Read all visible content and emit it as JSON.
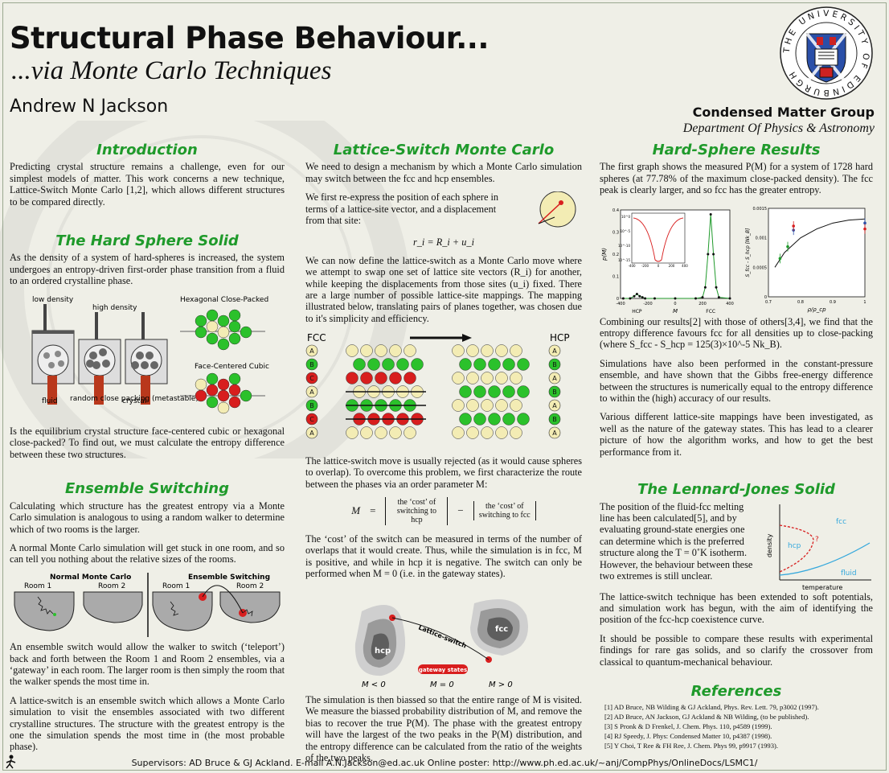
{
  "header": {
    "title": "Structural Phase Behaviour...",
    "subtitle": "...via Monte Carlo Techniques",
    "author": "Andrew N Jackson",
    "group": "Condensed Matter Group",
    "department": "Department Of Physics & Astronomy",
    "crest_text": "THE UNIVERSITY OF EDINBURGH"
  },
  "intro": {
    "heading": "Introduction",
    "p1": "Predicting crystal structure remains a challenge, even for our simplest models of matter. This work concerns a new technique, Lattice-Switch Monte Carlo [1,2], which allows different structures to be compared directly."
  },
  "hard_sphere": {
    "heading": "The Hard Sphere Solid",
    "p1": "As the density of a system of hard-spheres is increased, the system undergoes an entropy-driven first-order phase transition from a fluid to an ordered crystalline phase.",
    "labels": {
      "low": "low density",
      "high": "high density",
      "fluid": "fluid",
      "rcp": "random close packing (metastable)",
      "crystal": "crystal",
      "hcp": "Hexagonal Close-Packed",
      "fcc": "Face-Centered Cubic"
    },
    "p2": "Is the equilibrium crystal structure face-centered cubic or hexagonal close-packed? To find out, we must calculate the entropy difference between these two structures."
  },
  "ensemble": {
    "heading": "Ensemble Switching",
    "p1": "Calculating which structure has the greatest entropy via a Monte Carlo simulation is analogous to using a random walker to determine which of two rooms is the larger.",
    "p2": "A normal Monte Carlo simulation will get stuck in one room, and so can tell you nothing about the relative sizes of the rooms.",
    "fig": {
      "normal": "Normal Monte Carlo",
      "switching": "Ensemble Switching",
      "room1": "Room 1",
      "room2": "Room 2"
    },
    "p3": "An ensemble switch would allow the walker to switch (‘teleport’) back and forth between the Room 1 and Room 2 ensembles, via a ‘gateway’ in each room. The larger room is then simply the room that the walker spends the most time in.",
    "p4": "A lattice-switch is an ensemble switch which allows a Monte Carlo simulation to visit the ensembles associated with two different crystalline structures. The structure with the greatest entropy is the one the simulation spends the most time in (the most probable phase)."
  },
  "lsmc": {
    "heading": "Lattice-Switch Monte Carlo",
    "p1": "We need to design a mechanism by which a Monte Carlo simulation may switch between the fcc and hcp ensembles.",
    "p2": "We first re-express the position of each sphere in terms of a lattice-site vector, and a displacement from that site:",
    "eq1": "r_i = R_i + u_i",
    "p3": "We can now define the lattice-switch as a Monte Carlo move where we attempt to swap one set of lattice site vectors (R_i) for another, while keeping the displacements from those sites (u_i) fixed. There are a large number of possible lattice-site mappings. The mapping illustrated below, translating pairs of planes together, was chosen due to it's simplicity and efficiency.",
    "fcc_label": "FCC",
    "hcp_label": "HCP",
    "stack_fcc": [
      "A",
      "B",
      "C",
      "A",
      "B",
      "C",
      "A"
    ],
    "stack_hcp": [
      "A",
      "B",
      "A",
      "B",
      "A",
      "B",
      "A"
    ],
    "p4": "The lattice-switch move is usually rejected (as it would cause spheres to overlap). To overcome this problem, we first characterize the route between the phases via an order parameter M:",
    "eq2_left": "M",
    "eq2_a": "the ‘cost’ of switching to hcp",
    "eq2_b": "the ‘cost’ of switching to fcc",
    "p5": "The ‘cost’ of the switch can be measured in terms of the number of overlaps that it would create. Thus, while the simulation is in fcc, M is positive, and while in hcp it is negative. The switch can only be performed when M = 0 (i.e. in the gateway states).",
    "fig": {
      "hcp": "hcp",
      "fcc": "fcc",
      "switch": "Lattice-switch",
      "gateway": "gateway states",
      "m_neg": "M < 0",
      "m_zero": "M = 0",
      "m_pos": "M > 0"
    },
    "p6": "The simulation is then biassed so that the entire range of M is visited. We measure the biassed probability distribution of M, and remove the bias to recover the true P(M). The phase with the greatest entropy will have the largest of the two peaks in the P(M) distribution, and the entropy difference can be calculated from the ratio of the weights of the two peaks."
  },
  "results": {
    "heading": "Hard-Sphere Results",
    "p1": "The first graph shows the measured P(M) for a system of 1728 hard spheres (at 77.78% of the maximum close-packed density). The fcc peak is clearly larger, and so fcc has the greater entropy.",
    "p2": "Combining our results[2] with those of others[3,4], we find that the entropy difference favours fcc for all densities up to close-packing (where S_fcc - S_hcp = 125(3)×10^-5 Nk_B).",
    "p3": "Simulations have also been performed in the constant-pressure ensemble, and have shown that the Gibbs free-energy difference between the structures is numerically equal to the entropy difference to within the (high) accuracy of our results.",
    "p4": "Various different lattice-site mappings have been investigated, as well as the nature of the gateway states. This has lead to a clearer picture of how the algorithm works, and how to get the best performance from it."
  },
  "lj": {
    "heading": "The Lennard-Jones Solid",
    "p1": "The position of the fluid-fcc melting line has been calculated[5], and by evaluating ground-state energies one can determine which is the preferred structure along the T = 0˚K isotherm. However, the behaviour between these two extremes is still unclear.",
    "fig": {
      "fcc": "fcc",
      "hcp": "hcp",
      "fluid": "fluid",
      "density": "density",
      "temperature": "temperature",
      "q": "?"
    },
    "p2": "The lattice-switch technique has been extended to soft potentials, and simulation work has begun, with the aim of identifying the position of the fcc-hcp coexistence curve.",
    "p3": "It should be possible to compare these results with experimental findings for rare gas solids, and so clarify the crossover from classical to quantum-mechanical behaviour."
  },
  "refs": {
    "heading": "References",
    "items": [
      "[1]  AD Bruce, NB Wilding & GJ Ackland, Phys. Rev. Lett. 79, p3002 (1997).",
      "[2]  AD Bruce, AN Jackson, GJ Ackland & NB Wilding, (to be published).",
      "[3]  S Pronk & D Frenkel, J. Chem. Phys. 110, p4589 (1999).",
      "[4]  RJ Speedy, J. Phys: Condensed Matter 10, p4387 (1998).",
      "[5]  Y Choi, T Ree & FH Ree, J. Chem. Phys 99, p9917 (1993)."
    ]
  },
  "footer": "Supervisors: AD Bruce & GJ Ackland.  E-mail A.N.Jackson@ed.ac.uk  Online poster: http://www.ph.ed.ac.uk/~anj/CompPhys/OnlineDocs/LSMC1/",
  "colors": {
    "heading_green": "#1f9a2b",
    "sphere_red": "#d81e1e",
    "sphere_green": "#2bc12b",
    "sphere_cream": "#f3ecb4",
    "curve_blue": "#35a8dc"
  },
  "chart_data": [
    {
      "type": "line",
      "xlabel": "M",
      "ylabel": "p(M)",
      "tick_labels_x": [
        "-400",
        "-200",
        "0",
        "200",
        "400"
      ],
      "tick_labels_y": [
        "0",
        "0.1",
        "0.2",
        "0.3",
        "0.4"
      ],
      "annotations": [
        "HCP",
        "FCC"
      ],
      "xlim": [
        -400,
        400
      ],
      "ylim": [
        0,
        0.4
      ],
      "x": [
        -380,
        -330,
        -300,
        -280,
        -260,
        -240,
        -220,
        -150,
        0,
        150,
        200,
        220,
        240,
        260,
        280,
        300,
        320,
        400
      ],
      "y": [
        0,
        0,
        0.01,
        0.02,
        0.01,
        0.005,
        0,
        0,
        0,
        0,
        0.005,
        0.05,
        0.2,
        0.38,
        0.2,
        0.05,
        0.005,
        0
      ],
      "inset": {
        "tick_labels_x": [
          "-400",
          "-200",
          "0",
          "200",
          "400"
        ],
        "tick_labels_y": [
          "10^0",
          "10^-5",
          "10^-10",
          "10^-15"
        ]
      }
    },
    {
      "type": "scatter",
      "xlabel": "ρ/ρ_cp",
      "ylabel": "S_fcc - S_hcp [Nk_B]",
      "tick_labels_x": [
        "0.7",
        "0.8",
        "0.9",
        "1"
      ],
      "tick_labels_y": [
        "0",
        "0.0005",
        "0.001",
        "0.0015"
      ],
      "xlim": [
        0.7,
        1.0
      ],
      "ylim": [
        0,
        0.0015
      ],
      "series": [
        {
          "values": [
            [
              0.736,
              0.00065
            ],
            [
              0.76,
              0.00085
            ]
          ]
        },
        {
          "values": [
            [
              0.778,
              0.00113
            ],
            [
              1.0,
              0.00125
            ]
          ]
        },
        {
          "values": [
            [
              0.778,
              0.0012
            ],
            [
              1.0,
              0.00115
            ]
          ]
        }
      ],
      "fit": {
        "x": [
          0.72,
          0.75,
          0.8,
          0.85,
          0.9,
          0.95,
          1.0
        ],
        "y": [
          0.0005,
          0.00075,
          0.001,
          0.00115,
          0.00125,
          0.0013,
          0.00132
        ]
      }
    }
  ]
}
